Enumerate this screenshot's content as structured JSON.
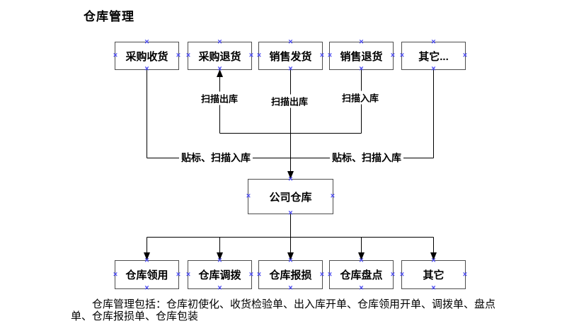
{
  "page": {
    "title": "仓库管理"
  },
  "diagram": {
    "top_row": [
      {
        "label": "采购收货"
      },
      {
        "label": "采购退货"
      },
      {
        "label": "销售发货"
      },
      {
        "label": "销售退货"
      },
      {
        "label": "其它..."
      }
    ],
    "center": {
      "label": "公司仓库"
    },
    "bottom_row": [
      {
        "label": "仓库领用"
      },
      {
        "label": "仓库调拨"
      },
      {
        "label": "仓库报损"
      },
      {
        "label": "仓库盘点"
      },
      {
        "label": "其它"
      }
    ],
    "edge_labels": {
      "scan_out_left": "扫描出库",
      "scan_out_center": "扫描出库",
      "scan_in_right": "扫描入库",
      "label_scan_in_left": "贴标、扫描入库",
      "label_scan_in_right": "贴标、扫描入库"
    },
    "icons": {
      "anchor_glyph": "×"
    },
    "colors": {
      "anchor": "#4747f2",
      "connector_line": "#000000",
      "box_border": "#4d4d4d",
      "background": "#ffffff"
    }
  },
  "footer": {
    "description": "仓库管理包括：仓库初使化、收货检验单、出入库开单、仓库领用开单、调拨单、盘点单、仓库报损单、仓库包装"
  }
}
